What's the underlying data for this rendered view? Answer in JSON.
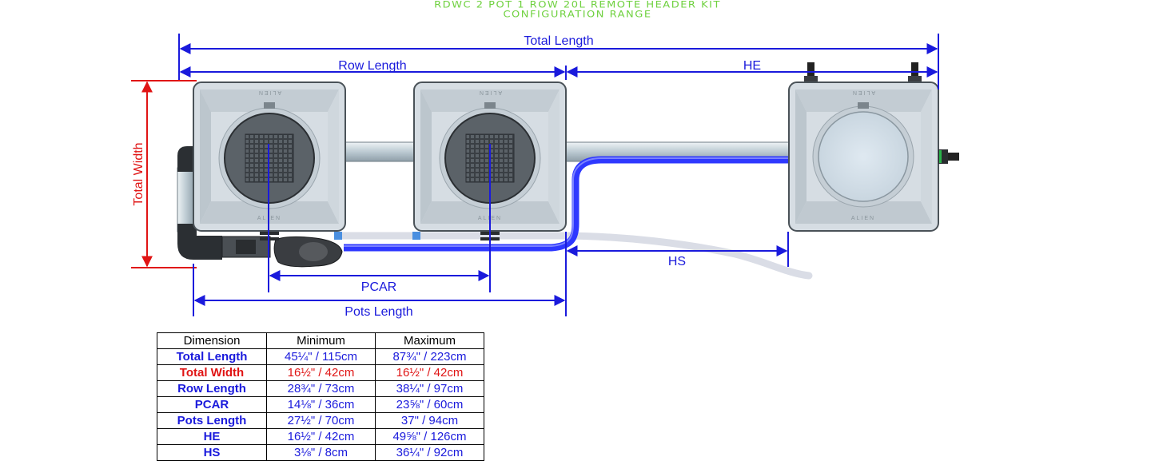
{
  "title": {
    "line1": "RDWC 2 POT 1 ROW 20L REMOTE HEADER KIT",
    "line2": "CONFIGURATION RANGE"
  },
  "colors": {
    "title": "#6fd13f",
    "dimension_line": "#1a1adc",
    "width_line": "#e01414",
    "pot_body": "#d6dde3",
    "pipe": "#c5d1d8",
    "hose": "#3c49ff",
    "grey_hose": "#dadde6"
  },
  "labels": {
    "total_length": "Total Length",
    "row_length": "Row Length",
    "he": "HE",
    "total_width": "Total Width",
    "pcar": "PCAR",
    "hs": "HS",
    "pots_length": "Pots Length",
    "pot_brand": "ALIEN"
  },
  "table": {
    "headers": [
      "Dimension",
      "Minimum",
      "Maximum"
    ],
    "rows": [
      {
        "name": "Total Length",
        "min": "45¼\" / 115cm",
        "max": "87¾\" / 223cm",
        "color": "#1a1adc"
      },
      {
        "name": "Total Width",
        "min": "16½\" / 42cm",
        "max": "16½\" / 42cm",
        "color": "#e01414"
      },
      {
        "name": "Row Length",
        "min": "28¾\" / 73cm",
        "max": "38¼\" / 97cm",
        "color": "#1a1adc"
      },
      {
        "name": "PCAR",
        "min": "14⅛\" / 36cm",
        "max": "23⅝\" / 60cm",
        "color": "#1a1adc"
      },
      {
        "name": "Pots Length",
        "min": "27½\" / 70cm",
        "max": "37\" / 94cm",
        "color": "#1a1adc"
      },
      {
        "name": "HE",
        "min": "16½\" / 42cm",
        "max": "49⅝\" / 126cm",
        "color": "#1a1adc"
      },
      {
        "name": "HS",
        "min": "3⅛\" / 8cm",
        "max": "36¼\" / 92cm",
        "color": "#1a1adc"
      }
    ]
  }
}
